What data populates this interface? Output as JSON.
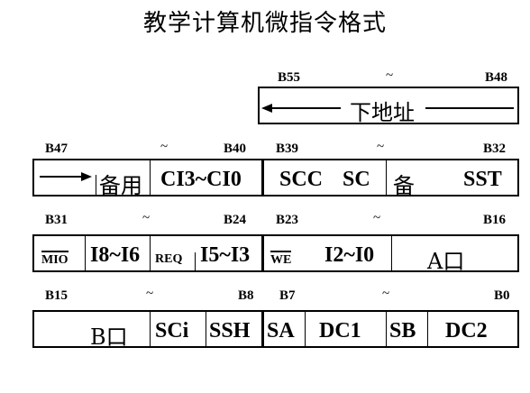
{
  "title": "教学计算机微指令格式",
  "tilde": "~",
  "row0": {
    "start": "B55",
    "end": "B48",
    "field": "下地址"
  },
  "row1": {
    "left_start": "B47",
    "left_end": "B40",
    "right_start": "B39",
    "right_end": "B32",
    "fields": [
      "备用",
      "CI3~CI0",
      "SCC",
      "SC",
      "备",
      "SST"
    ]
  },
  "row2": {
    "left_start": "B31",
    "left_end": "B24",
    "right_start": "B23",
    "right_end": "B16",
    "fields": [
      "MIO",
      "I8~I6",
      "REQ",
      "I5~I3",
      "WE",
      "I2~I0",
      "A口"
    ]
  },
  "row3": {
    "left_start": "B15",
    "left_end": "B8",
    "right_start": "B7",
    "right_end": "B0",
    "fields": [
      "B口",
      "SCi",
      "SSH",
      "SA",
      "DC1",
      "SB",
      "DC2"
    ]
  }
}
